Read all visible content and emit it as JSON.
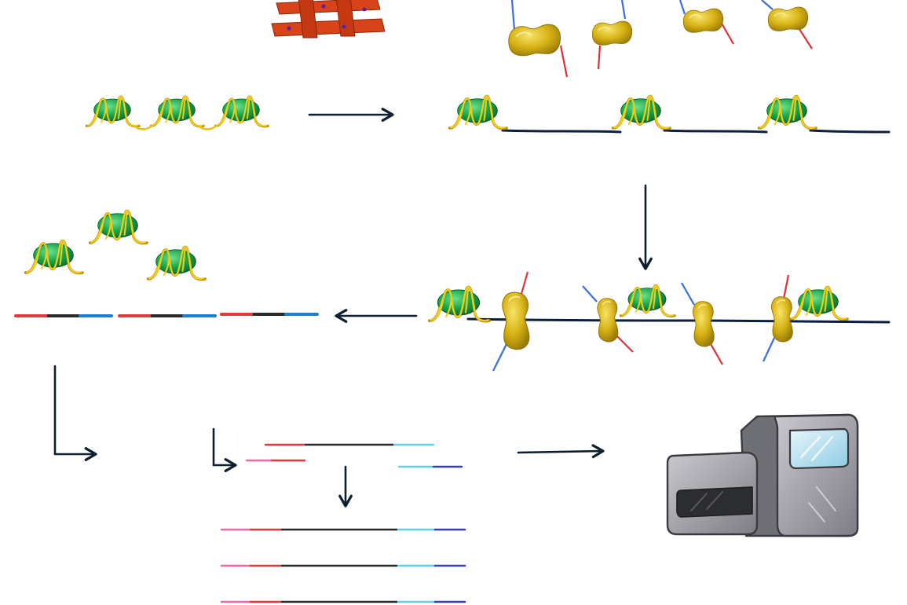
{
  "figure": {
    "description_free": true,
    "colors": {
      "background": "#ffffff",
      "nucleosome_fill": "#18a64a",
      "nucleosome_dark": "#0c6b2c",
      "dna_wrap": "#e9c416",
      "linker_dna": "#0d1f40",
      "transposase_fill": "#d8b317",
      "transposase_dark": "#9a7c06",
      "adapter_blue": "#3a6fd8",
      "adapter_red": "#e0303a",
      "fragment_red": "#e03a3a",
      "fragment_black": "#2a2a2a",
      "fragment_blue": "#1e7fd0",
      "primer_pink": "#f06aa8",
      "primer_cyan": "#5fd0e8",
      "primer_navy": "#3a3fb8",
      "arrow": "#0d1f2e",
      "chromatin_red": "#d8441a",
      "sequencer_body": "#8f8f94",
      "sequencer_dark": "#55565b",
      "sequencer_window": "#bfe3f2"
    },
    "icons": [
      "nucleosome-icon",
      "transposase-icon",
      "chromatin-fiber-icon",
      "sequencer-icon",
      "arrow-right-icon",
      "arrow-down-icon",
      "arrow-left-icon",
      "elbow-arrow-icon"
    ],
    "steps": [
      "chromatin-state",
      "accessible-chromatin",
      "tagmentation",
      "released-nucleosomes-and-fragments",
      "pcr-amplification",
      "amplified-library",
      "sequencing"
    ]
  }
}
